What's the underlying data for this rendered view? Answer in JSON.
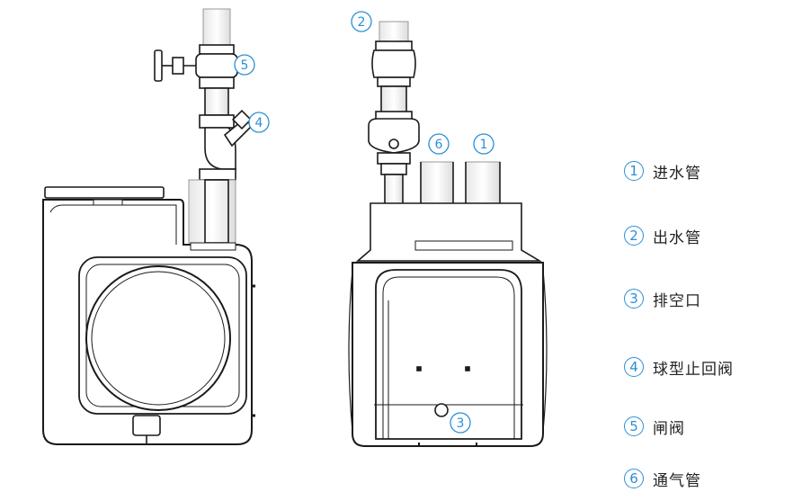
{
  "colors": {
    "line": "#1a1a1a",
    "callout": "#2a8fd6",
    "text": "#222222",
    "pipe_fill": "#f4f4f4"
  },
  "callouts": [
    {
      "id": "5",
      "label": "5"
    },
    {
      "id": "4",
      "label": "4"
    },
    {
      "id": "2",
      "label": "2"
    },
    {
      "id": "6",
      "label": "6"
    },
    {
      "id": "1",
      "label": "1"
    },
    {
      "id": "3",
      "label": "3"
    }
  ],
  "legend": [
    {
      "num": "1",
      "label": "进水管"
    },
    {
      "num": "2",
      "label": "出水管"
    },
    {
      "num": "3",
      "label": "排空口"
    },
    {
      "num": "4",
      "label": "球型止回阀"
    },
    {
      "num": "5",
      "label": "闸阀"
    },
    {
      "num": "6",
      "label": "通气管"
    }
  ]
}
